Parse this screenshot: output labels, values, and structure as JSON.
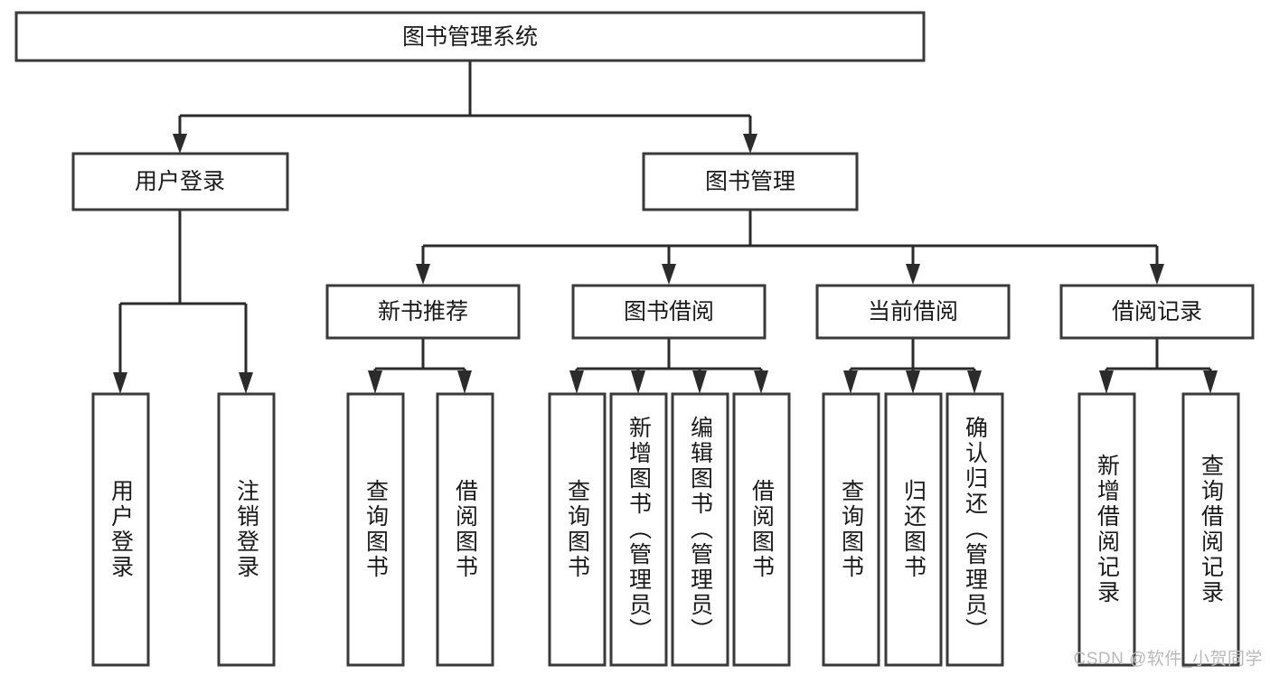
{
  "diagram": {
    "title": "图书管理系统",
    "type": "tree-hierarchy-chart",
    "watermark": "CSDN @软件_小贺同学",
    "colors": {
      "box_stroke": "#3a3a3a",
      "box_fill": "#ffffff",
      "connector": "#2b2b2b",
      "text": "#1a1a1a",
      "watermark": "#b9b9b9",
      "background": "#ffffff"
    },
    "nodes": {
      "root": {
        "label": "图书管理系统"
      },
      "level2": [
        {
          "id": "user-login",
          "label": "用户登录"
        },
        {
          "id": "book-manage",
          "label": "图书管理"
        }
      ],
      "level3": [
        {
          "id": "new-book-recommend",
          "label": "新书推荐"
        },
        {
          "id": "book-borrow",
          "label": "图书借阅"
        },
        {
          "id": "current-borrow",
          "label": "当前借阅"
        },
        {
          "id": "borrow-record",
          "label": "借阅记录"
        }
      ],
      "leaves": {
        "user-login": [
          {
            "id": "leaf-user-login",
            "label": "用户登录"
          },
          {
            "id": "leaf-logout-login",
            "label": "注销登录"
          }
        ],
        "new-book-recommend": [
          {
            "id": "leaf-query-book-1",
            "label": "查询图书"
          },
          {
            "id": "leaf-borrow-book-1",
            "label": "借阅图书"
          }
        ],
        "book-borrow": [
          {
            "id": "leaf-query-book-2",
            "label": "查询图书"
          },
          {
            "id": "leaf-add-book",
            "label": "新增图书（管理员）"
          },
          {
            "id": "leaf-edit-book",
            "label": "编辑图书（管理员）"
          },
          {
            "id": "leaf-borrow-book-2",
            "label": "借阅图书"
          }
        ],
        "current-borrow": [
          {
            "id": "leaf-query-book-3",
            "label": "查询图书"
          },
          {
            "id": "leaf-return-book",
            "label": "归还图书"
          },
          {
            "id": "leaf-confirm-return",
            "label": "确认归还（管理员）"
          }
        ],
        "borrow-record": [
          {
            "id": "leaf-add-record",
            "label": "新增借阅记录"
          },
          {
            "id": "leaf-query-record",
            "label": "查询借阅记录"
          }
        ]
      }
    }
  }
}
